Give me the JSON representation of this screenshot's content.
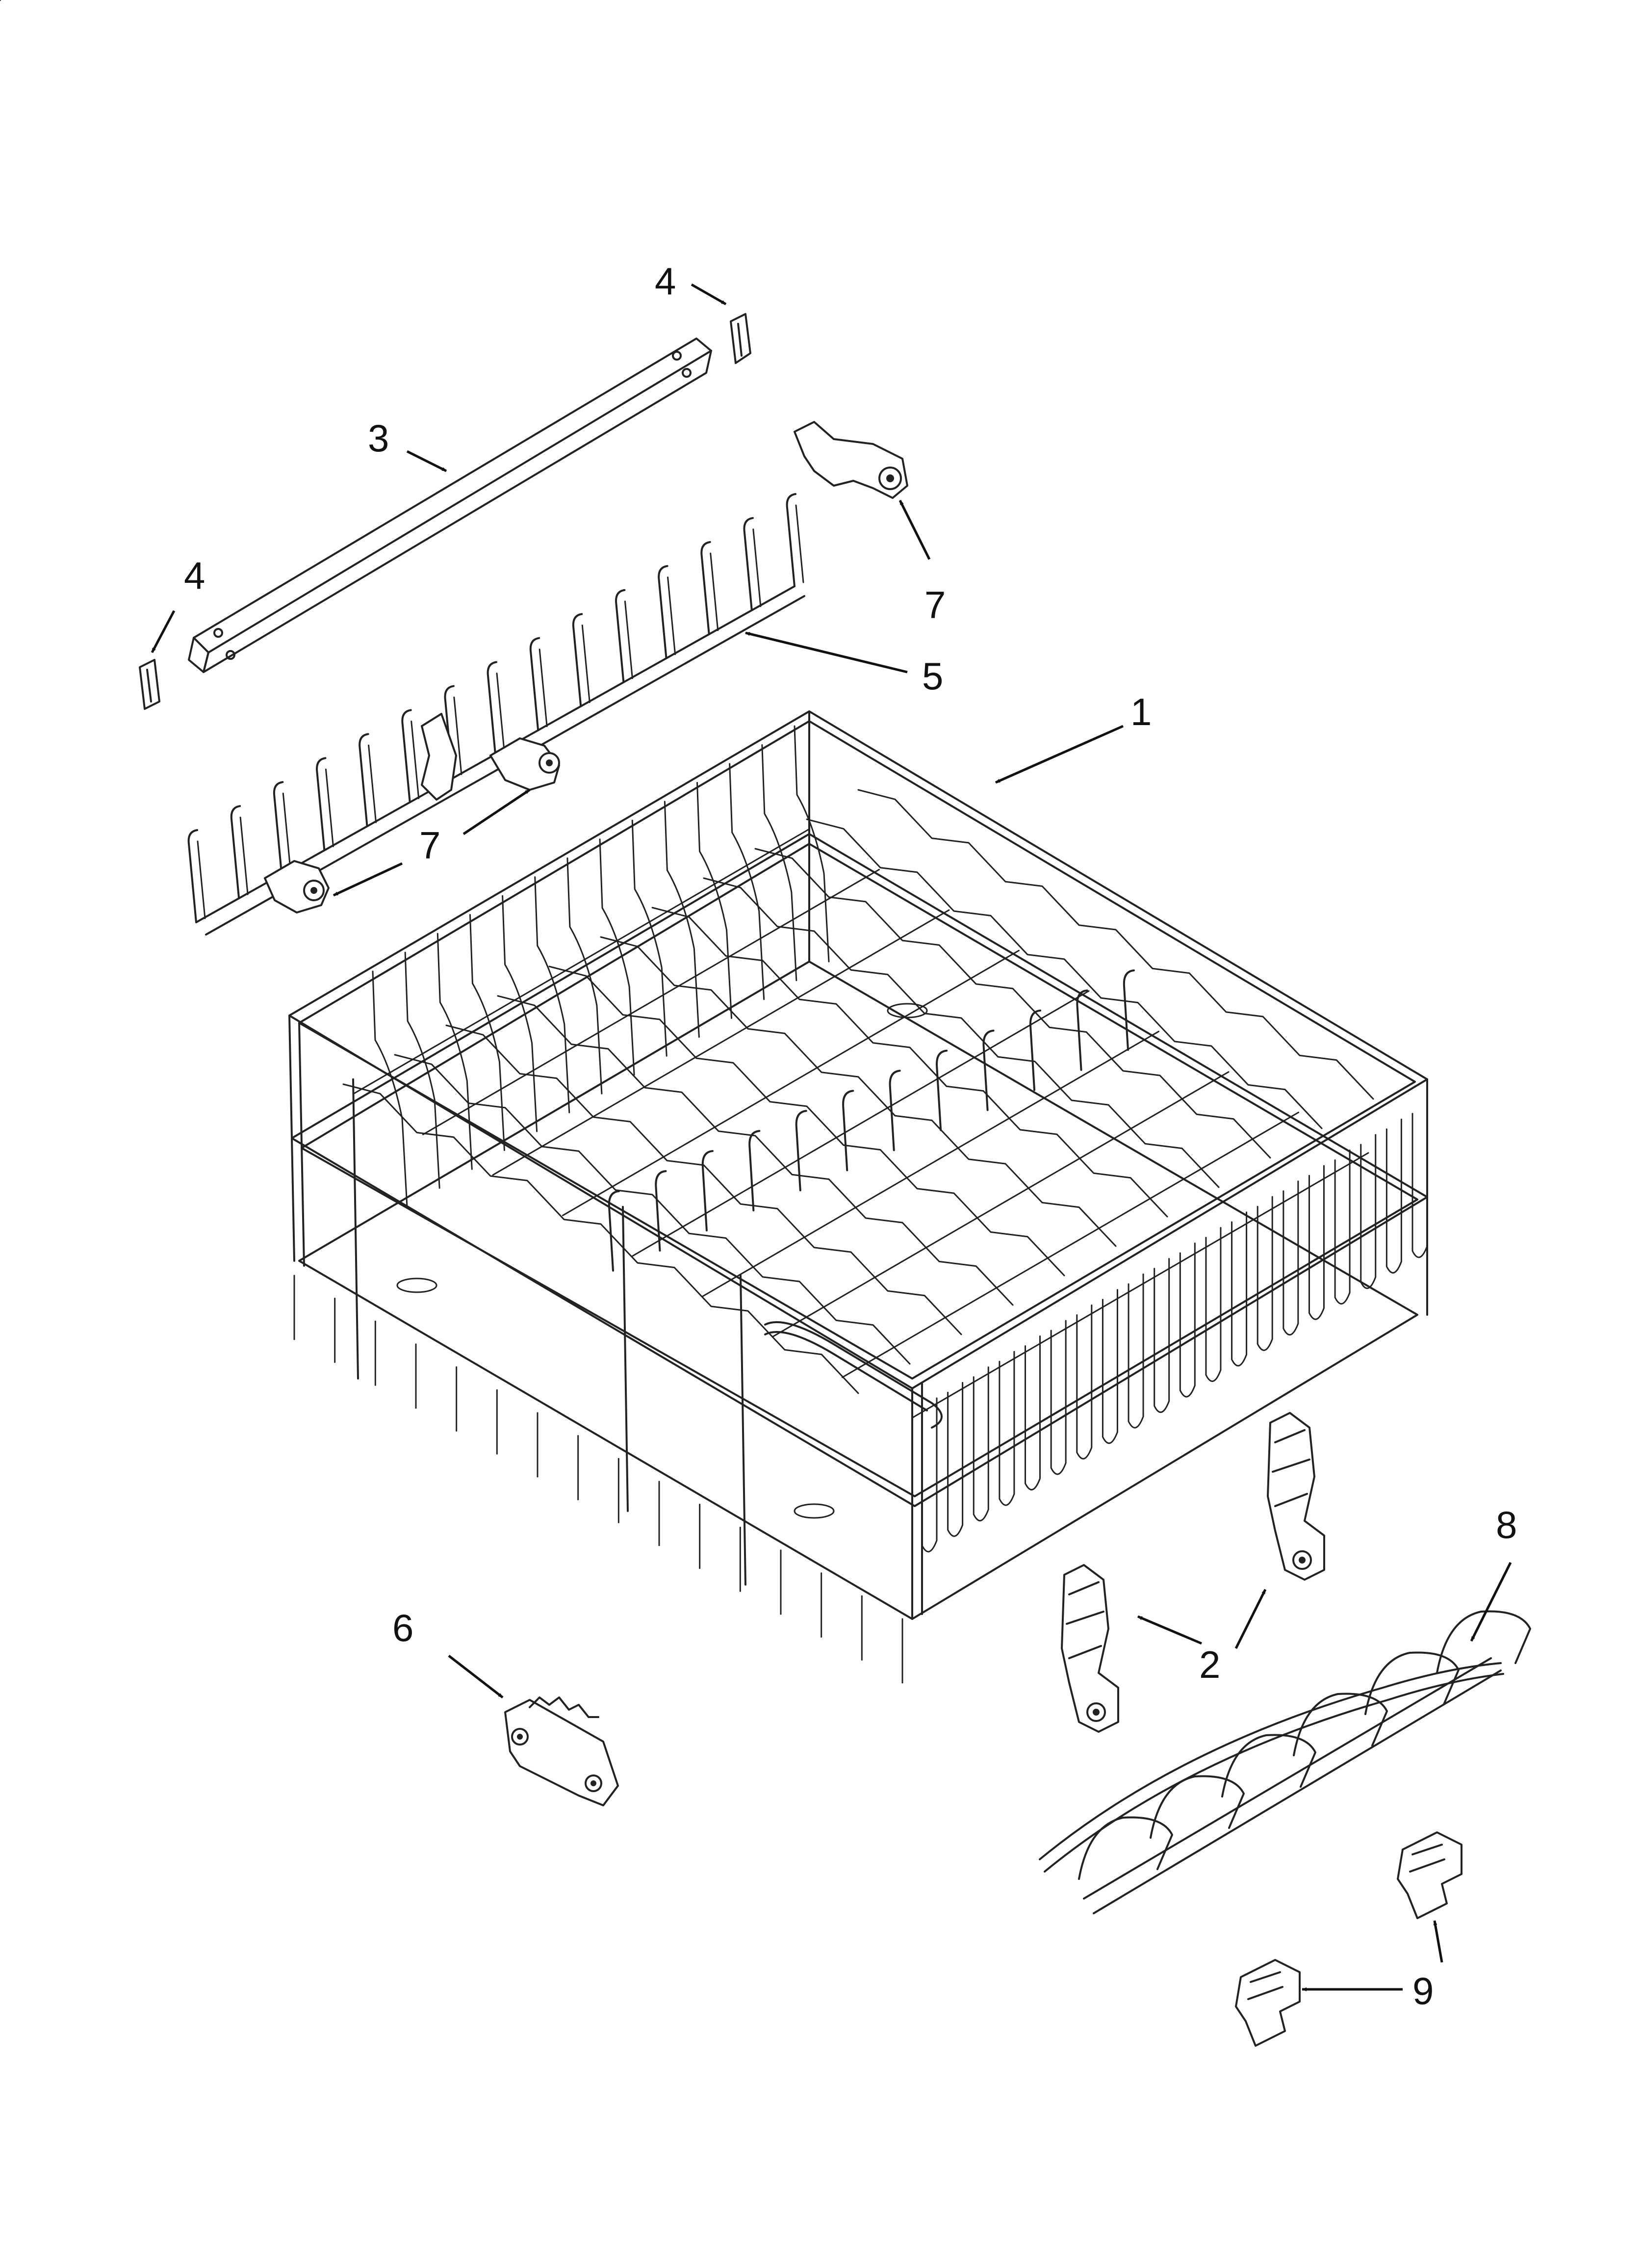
{
  "callouts": {
    "c1": "1",
    "c2": "2",
    "c3": "3",
    "c4_top": "4",
    "c4_left": "4",
    "c5": "5",
    "c6": "6",
    "c7_right": "7",
    "c7_left": "7",
    "c8": "8",
    "c9": "9"
  },
  "colors": {
    "line": "#222222",
    "background": "#ffffff"
  }
}
